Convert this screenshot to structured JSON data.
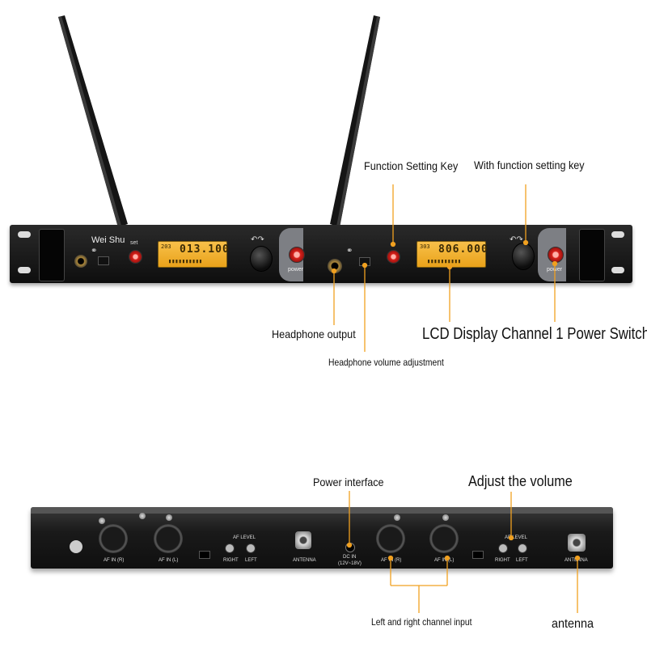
{
  "front": {
    "brand": "Wei Shu",
    "left_display": "013.100",
    "left_display_ch": "203",
    "right_display": "806.000",
    "right_display_ch": "303",
    "power_label": "power",
    "set_label": "set"
  },
  "rear": {
    "jack_labels": [
      "AF IN (R)",
      "AF IN (L)",
      "AF IN (R)",
      "AF IN (L)"
    ],
    "af_level": "AF LEVEL",
    "right": "RIGHT",
    "left": "LEFT",
    "antenna": "ANTENNA",
    "dc_in": "DC IN",
    "dc_spec": "(12V~18V)"
  },
  "callouts": {
    "function_setting_key": "Function Setting Key",
    "with_function_setting_key": "With function setting key",
    "headphone_output": "Headphone output",
    "headphone_volume_adjustment": "Headphone volume adjustment",
    "lcd_display_power_switch": "LCD Display Channel 1 Power Switch",
    "power_interface": "Power interface",
    "adjust_the_volume": "Adjust the volume",
    "left_and_right_channel_input": "Left and right channel input",
    "antenna": "antenna"
  },
  "colors": {
    "callout_line": "#f0a020",
    "panel": "#1a1a1a",
    "lcd": "#f2b233",
    "power_red": "#d8201a"
  }
}
